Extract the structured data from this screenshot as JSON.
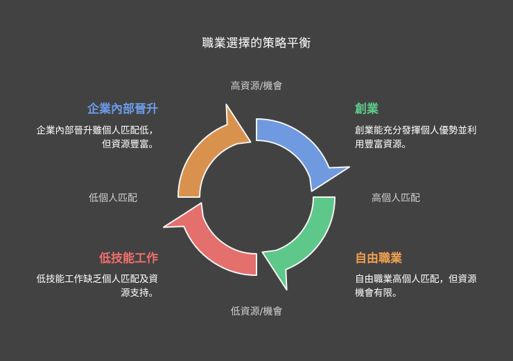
{
  "title": "職業選擇的策略平衡",
  "axes": {
    "top": "高資源/機會",
    "bottom": "低資源/機會",
    "left": "低個人匹配",
    "right": "高個人匹配"
  },
  "quadrants": {
    "top_left": {
      "heading": "企業內部晉升",
      "desc_line1": "企業內部晉升雖個人匹配低，",
      "desc_line2": "但資源豐富。",
      "color": "#6b9be8"
    },
    "top_right": {
      "heading": "創業",
      "desc_line1": "創業能充分發揮個人優勢並利",
      "desc_line2": "用豐富資源。",
      "color": "#5ecb8a"
    },
    "bottom_left": {
      "heading": "低技能工作",
      "desc_line1": "低技能工作缺乏個人匹配及資",
      "desc_line2": "源支持。",
      "color": "#f0706a"
    },
    "bottom_right": {
      "heading": "自由職業",
      "desc_line1": "自由職業高個人匹配，但資源",
      "desc_line2": "機會有限。",
      "color": "#f0a050"
    }
  },
  "cycle_colors": {
    "top_right_segment": "#6f9ae0",
    "bottom_right_segment": "#5ec78a",
    "bottom_left_segment": "#e4706e",
    "top_left_segment": "#d9924e"
  }
}
